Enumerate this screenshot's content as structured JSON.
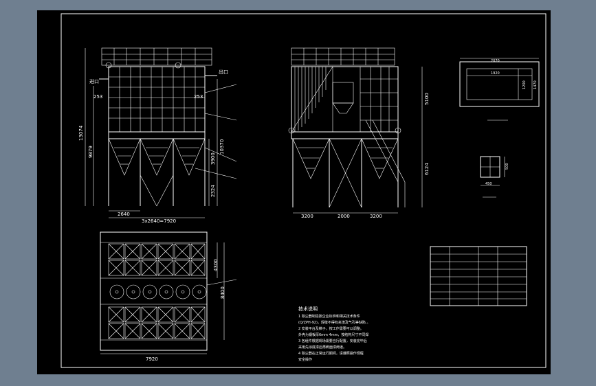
{
  "dimensions": {
    "front": {
      "bay_width": "2640",
      "total_width": "3x2640=7920",
      "total_height": "13074",
      "lower_height": "9879",
      "right_height_1": "10370",
      "right_height_2": "3900",
      "right_height_3": "2324",
      "inlet_dim": "253",
      "outlet_dim": "253"
    },
    "side": {
      "left_bay": "3200",
      "middle_bay": "2000",
      "right_bay": "3200",
      "upper_height": "5100",
      "lower_height": "6124"
    },
    "plan": {
      "width": "7920",
      "upper_height": "4300",
      "total_height": "8400"
    },
    "detail_a": {
      "outer_width": "2070",
      "inner_width": "1920",
      "inner_height": "1200",
      "outer_height": "1470"
    },
    "detail_b": {
      "width": "450",
      "height": "500"
    }
  },
  "labels": {
    "inlet": "进口",
    "outlet": "出口",
    "tech_title": "技术说明"
  },
  "tech_notes": [
    "1  除尘器制造按企业标准和相关技术条件",
    "   (Q/ZPH-92)，焊缝不得有夹渣及气孔等缺陷 。",
    "2  安装平台及梯子，按工作需要可以调整。",
    "   外壳为钢板厚6mm 4mm，按结构尺寸不同焊",
    "3  各组件根据现场需要自行配置，安装完毕后",
    "   采用先涂底漆后再刷面漆两道。",
    "4  除尘器在正常运行期间，请遵照操作规程",
    "   安全操作"
  ],
  "colors": {
    "background": "#6f7f90",
    "sheet": "#000000",
    "lines": "#ffffff"
  }
}
